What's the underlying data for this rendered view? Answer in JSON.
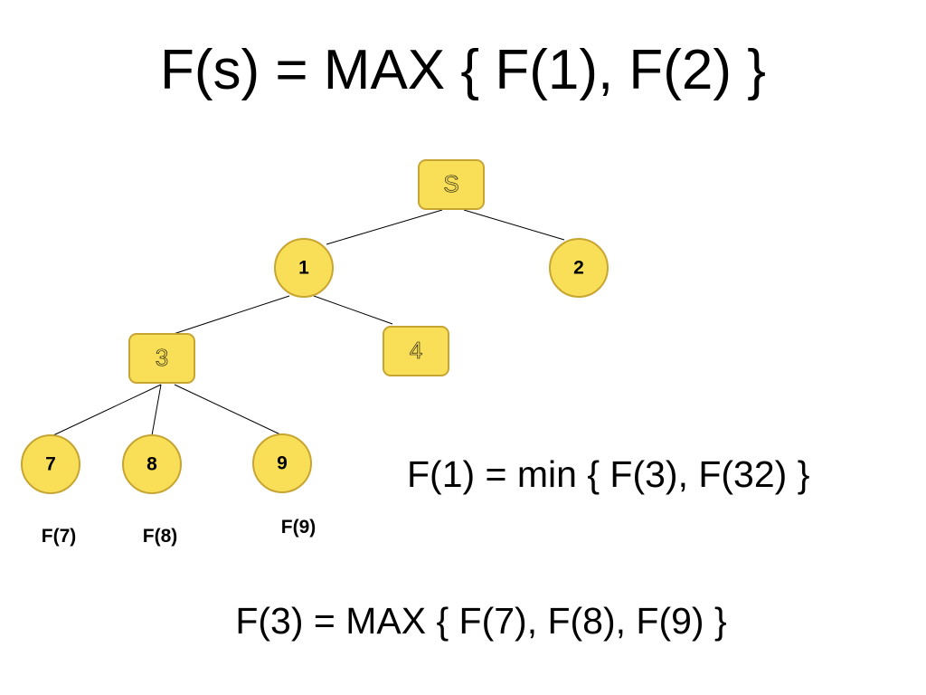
{
  "title": "F(s) = MAX { F(1), F(2) }",
  "formulas": {
    "f1": "F(1) = min { F(3), F(32) }",
    "f3": "F(3) = MAX { F(7), F(8), F(9) }"
  },
  "colors": {
    "node_fill": "#f9df57",
    "node_stroke": "#c7a533",
    "edge": "#000000",
    "text": "#000000"
  },
  "tree": {
    "nodes": [
      {
        "id": "s",
        "label": "S",
        "shape": "square"
      },
      {
        "id": "n1",
        "label": "1",
        "shape": "circle"
      },
      {
        "id": "n2",
        "label": "2",
        "shape": "circle"
      },
      {
        "id": "n3",
        "label": "3",
        "shape": "square"
      },
      {
        "id": "n4",
        "label": "4",
        "shape": "square"
      },
      {
        "id": "n7",
        "label": "7",
        "shape": "circle"
      },
      {
        "id": "n8",
        "label": "8",
        "shape": "circle"
      },
      {
        "id": "n9",
        "label": "9",
        "shape": "circle"
      }
    ],
    "edges": [
      {
        "from": "s",
        "to": "n1"
      },
      {
        "from": "s",
        "to": "n2"
      },
      {
        "from": "n1",
        "to": "n3"
      },
      {
        "from": "n1",
        "to": "n4"
      },
      {
        "from": "n3",
        "to": "n7"
      },
      {
        "from": "n3",
        "to": "n8"
      },
      {
        "from": "n3",
        "to": "n9"
      }
    ],
    "leaf_labels": [
      {
        "node": "n7",
        "text": "F(7)"
      },
      {
        "node": "n8",
        "text": "F(8)"
      },
      {
        "node": "n9",
        "text": "F(9)"
      }
    ]
  }
}
